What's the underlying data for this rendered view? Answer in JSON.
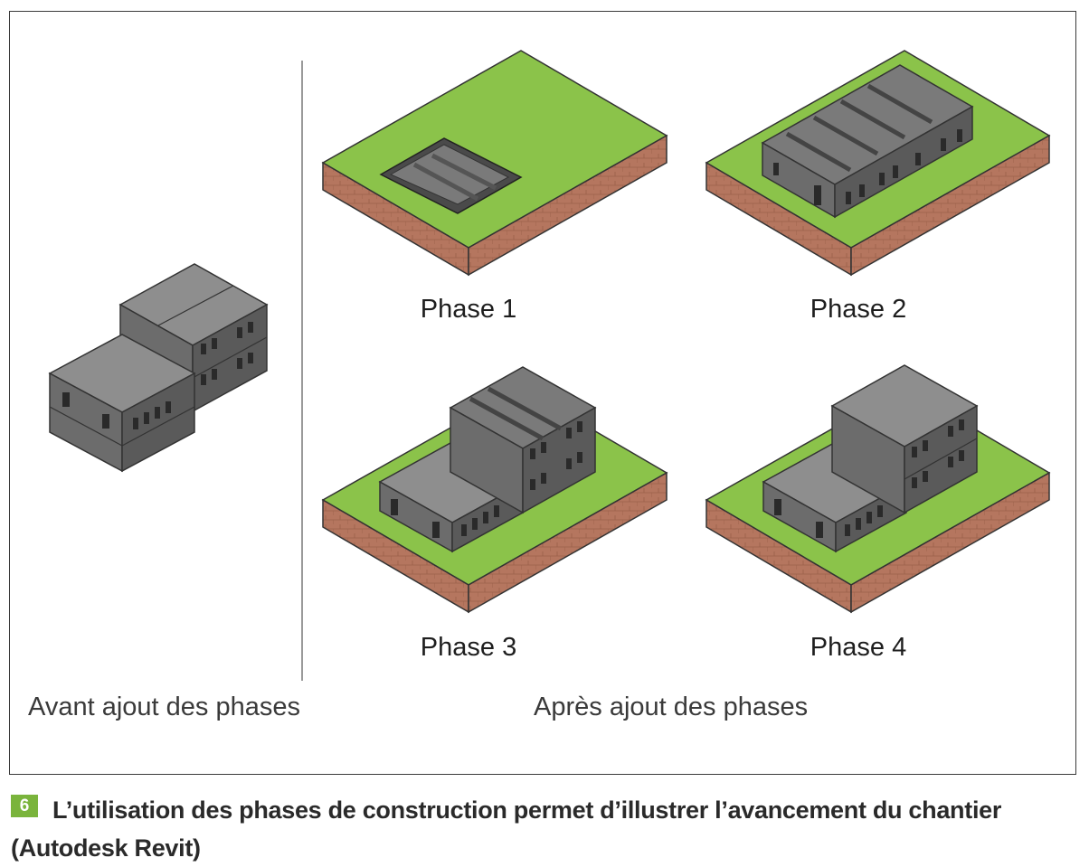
{
  "figure": {
    "colors": {
      "grass": "#8bc34a",
      "soil": "#b5765f",
      "building_top": "#8e8e8e",
      "building_left": "#6c6c6c",
      "building_right": "#5a5a5a",
      "accent": "#7ab43c"
    },
    "phases": [
      {
        "label": "Phase 1"
      },
      {
        "label": "Phase 2"
      },
      {
        "label": "Phase 3"
      },
      {
        "label": "Phase 4"
      }
    ],
    "before_label": "Avant ajout des phases",
    "after_label": "Après ajout des phases"
  },
  "caption": {
    "number": "6",
    "text": "L’utilisation des phases de construction permet d’illustrer l’avancement du chantier (Autodesk Revit)"
  }
}
